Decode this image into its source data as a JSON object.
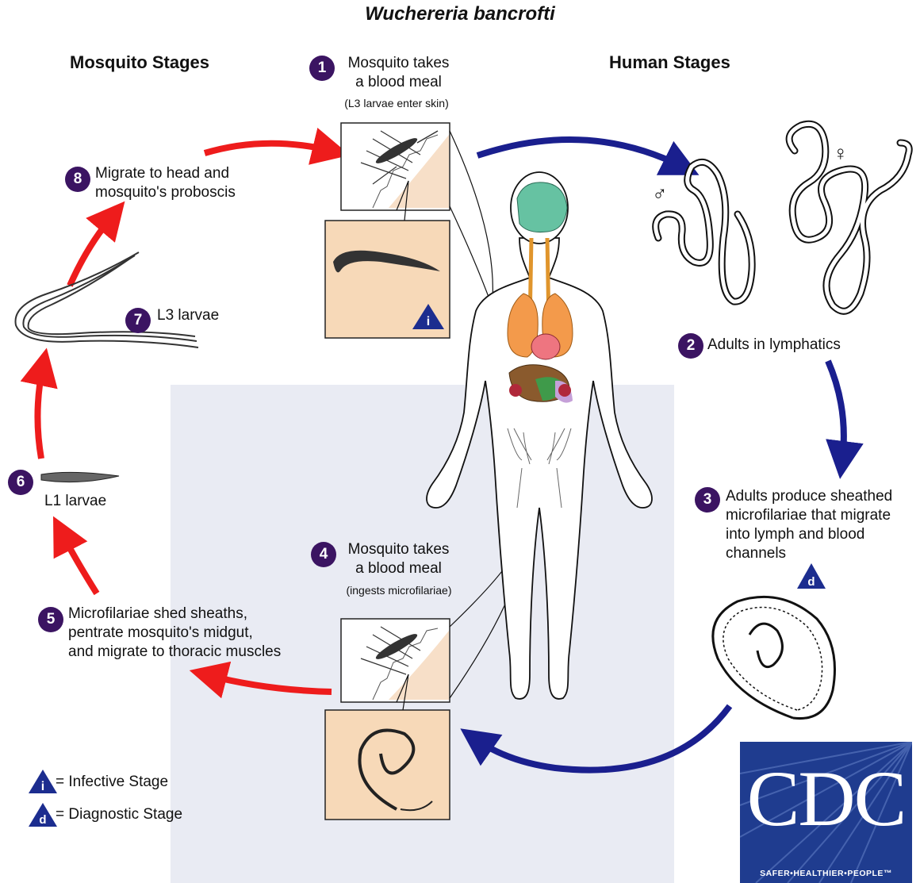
{
  "title": "Wuchereria bancrofti",
  "sections": {
    "mosquito": "Mosquito Stages",
    "human": "Human Stages"
  },
  "steps": [
    {
      "num": "1",
      "lines": [
        "Mosquito takes",
        "a blood meal"
      ],
      "note": "(L3 larvae enter skin)"
    },
    {
      "num": "2",
      "lines": [
        "Adults in lymphatics"
      ]
    },
    {
      "num": "3",
      "lines": [
        "Adults produce sheathed",
        "microfilariae that migrate",
        "into lymph and blood",
        "channels"
      ]
    },
    {
      "num": "4",
      "lines": [
        "Mosquito takes",
        "a blood meal"
      ],
      "note": "(ingests microfilariae)"
    },
    {
      "num": "5",
      "lines": [
        "Microfilariae shed sheaths,",
        "pentrate mosquito's midgut,",
        "and migrate to thoracic muscles"
      ]
    },
    {
      "num": "6",
      "lines": [
        "L1 larvae"
      ]
    },
    {
      "num": "7",
      "lines": [
        "L3 larvae"
      ]
    },
    {
      "num": "8",
      "lines": [
        "Migrate to head and",
        "mosquito's proboscis"
      ]
    }
  ],
  "legend": {
    "infective_symbol": "i",
    "infective": "= Infective Stage",
    "diagnostic_symbol": "d",
    "diagnostic": "= Diagnostic Stage"
  },
  "symbols": {
    "male": "♂",
    "female": "♀"
  },
  "logo": {
    "text": "CDC",
    "tagline": "SAFER•HEALTHIER•PEOPLE™"
  },
  "colors": {
    "mosquito_arrow": "#ee1c1c",
    "human_arrow": "#1a1f8e",
    "badge": "#3b1462",
    "panel_fill": "#f7d9b8",
    "stage_triangle": "#1c2d8f",
    "cdc_blue": "#1f3c8f"
  }
}
